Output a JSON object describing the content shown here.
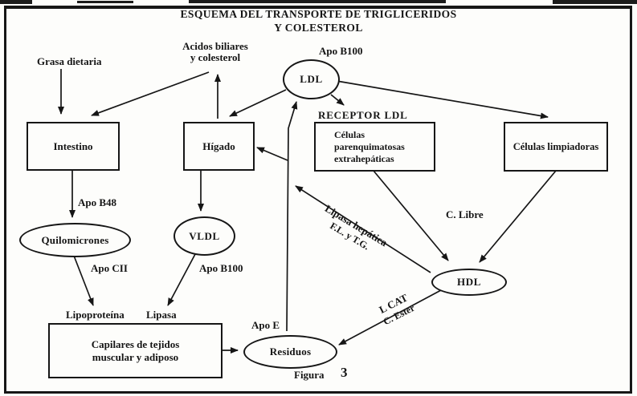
{
  "title": {
    "line1": "ESQUEMA DEL TRANSPORTE DE TRIGLICERIDOS",
    "line2": "Y COLESTEROL"
  },
  "nodes": {
    "intestino": "Intestino",
    "higado": "Hígado",
    "celulas_parenquimatosas": {
      "l1": "Células",
      "l2": "parenquimatosas",
      "l3": "extrahepáticas"
    },
    "celulas_limpiadoras": "Células limpiadoras",
    "ldl": "LDL",
    "vldl": "VLDL",
    "hdl": "HDL",
    "quilomicrones": "Quilomicrones",
    "residuos": "Residuos",
    "capilares": {
      "l1": "Capilares de tejidos",
      "l2": "muscular y adiposo"
    }
  },
  "labels": {
    "grasa_dietaria": "Grasa dietaria",
    "acidos_l1": "Acidos biliares",
    "acidos_l2": "y colesterol",
    "apo_b100_top": "Apo B100",
    "receptor_ldl": "RECEPTOR LDL",
    "apo_b48": "Apo B48",
    "apo_cii": "Apo CII",
    "apo_b100_mid": "Apo B100",
    "c_libre": "C. Libre",
    "lipasa_hepatica_l1": "Lipasa hepática",
    "lipasa_hepatica_l2": "F.L. y T.G.",
    "lipoproteina": "Lipoproteína",
    "lipasa": "Lipasa",
    "apo_e": "Apo E",
    "lcat": "L CAT",
    "c_ester": "C. Ester",
    "figura": "Figura",
    "figura_numero": "3"
  }
}
